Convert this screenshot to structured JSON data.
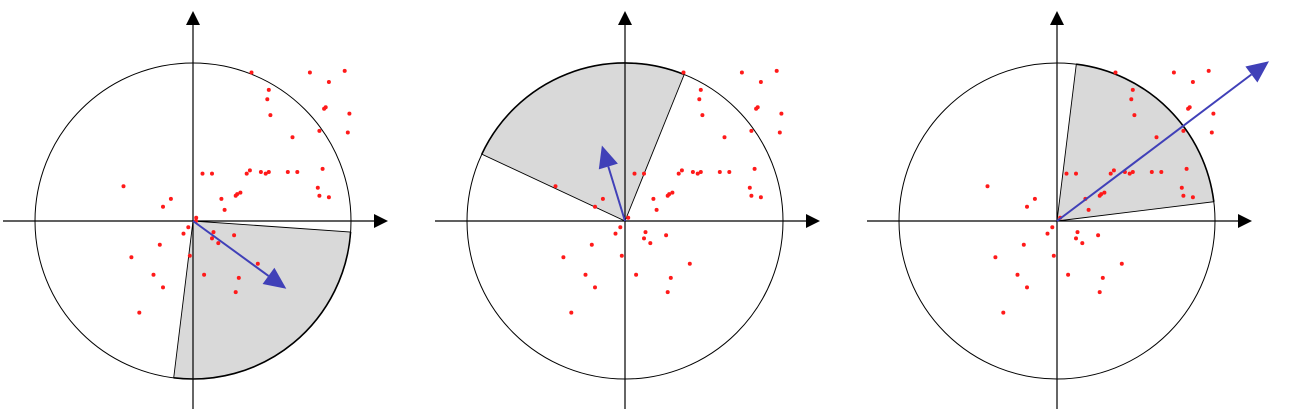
{
  "colors": {
    "axis": "#000000",
    "circle": "#000000",
    "sector_fill": "#d9d9d9",
    "point": "#ff1a1a",
    "arrow": "#4040b8"
  },
  "point_set": [
    [
      0.37,
      0.94
    ],
    [
      0.74,
      0.94
    ],
    [
      0.96,
      0.95
    ],
    [
      0.48,
      0.83
    ],
    [
      0.86,
      0.88
    ],
    [
      0.47,
      0.77
    ],
    [
      0.84,
      0.72
    ],
    [
      0.83,
      0.71
    ],
    [
      0.49,
      0.67
    ],
    [
      0.99,
      0.68
    ],
    [
      0.8,
      0.57
    ],
    [
      0.98,
      0.56
    ],
    [
      0.63,
      0.53
    ],
    [
      0.06,
      0.3
    ],
    [
      0.12,
      0.3
    ],
    [
      0.36,
      0.32
    ],
    [
      0.34,
      0.3
    ],
    [
      0.43,
      0.31
    ],
    [
      0.46,
      0.3
    ],
    [
      0.48,
      0.31
    ],
    [
      0.6,
      0.31
    ],
    [
      0.66,
      0.31
    ],
    [
      0.82,
      0.33
    ],
    [
      -0.44,
      0.22
    ],
    [
      0.79,
      0.21
    ],
    [
      0.28,
      0.17
    ],
    [
      0.3,
      0.18
    ],
    [
      0.27,
      0.16
    ],
    [
      0.8,
      0.16
    ],
    [
      0.86,
      0.15
    ],
    [
      -0.14,
      0.14
    ],
    [
      0.18,
      0.14
    ],
    [
      -0.19,
      0.09
    ],
    [
      0.2,
      0.07
    ],
    [
      0.02,
      0.02
    ],
    [
      0.13,
      -0.07
    ],
    [
      0.26,
      -0.09
    ],
    [
      -0.06,
      -0.08
    ],
    [
      -0.03,
      -0.04
    ],
    [
      0.12,
      -0.11
    ],
    [
      0.16,
      -0.14
    ],
    [
      -0.21,
      -0.15
    ],
    [
      -0.39,
      -0.23
    ],
    [
      -0.02,
      -0.22
    ],
    [
      0.41,
      -0.27
    ],
    [
      -0.25,
      -0.34
    ],
    [
      0.07,
      -0.34
    ],
    [
      0.29,
      -0.36
    ],
    [
      -0.19,
      -0.42
    ],
    [
      0.27,
      -0.45
    ],
    [
      -0.34,
      -0.58
    ]
  ],
  "panels": [
    {
      "sector_angles_deg": [
        -4,
        -97
      ],
      "arrow": {
        "angle_deg": -36,
        "length": 0.73
      },
      "origin_point": true
    },
    {
      "sector_angles_deg": [
        68,
        155
      ],
      "arrow": {
        "angle_deg": 107,
        "length": 0.5
      },
      "origin_point": false
    },
    {
      "sector_angles_deg": [
        7,
        83
      ],
      "arrow": {
        "angle_deg": 37,
        "length": 1.68
      },
      "origin_point": false
    }
  ]
}
